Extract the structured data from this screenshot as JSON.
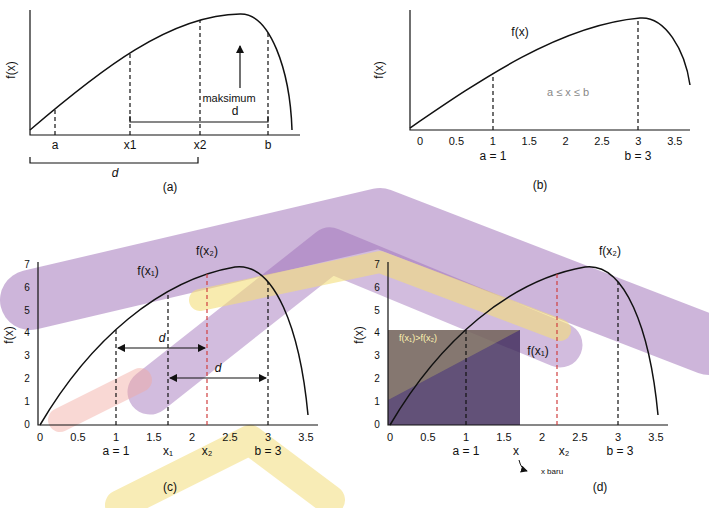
{
  "diagram": {
    "labels": [
      "f(x)",
      "maksimum",
      "a",
      "x1",
      "x2",
      "b",
      "d",
      "d",
      "(a)",
      "f(x)",
      "f(x)",
      "a ≤ x ≤ b",
      "0",
      "0.5",
      "1",
      "1.5",
      "2",
      "2.5",
      "3",
      "3.5",
      "a = 1",
      "b = 3",
      "(b)",
      "f(x)",
      "0",
      "1",
      "2",
      "3",
      "4",
      "5",
      "6",
      "7",
      "f(x₁)",
      "f(x₂)",
      "d",
      "d",
      "0",
      "0.5",
      "1",
      "1.5",
      "2",
      "2.5",
      "3",
      "3.5",
      "a = 1",
      "x₁",
      "x₂",
      "b = 3",
      "(c)",
      "f(x)",
      "0",
      "1",
      "2",
      "3",
      "4",
      "5",
      "6",
      "7",
      "f(x₁)>f(x₂)",
      "f(x₁)",
      "f(x₂)",
      "0",
      "0.5",
      "1",
      "1.5",
      "2",
      "2.5",
      "3",
      "3.5",
      "a = 1",
      "x",
      "x₂",
      "b = 3",
      "x baru",
      "(d)"
    ]
  }
}
